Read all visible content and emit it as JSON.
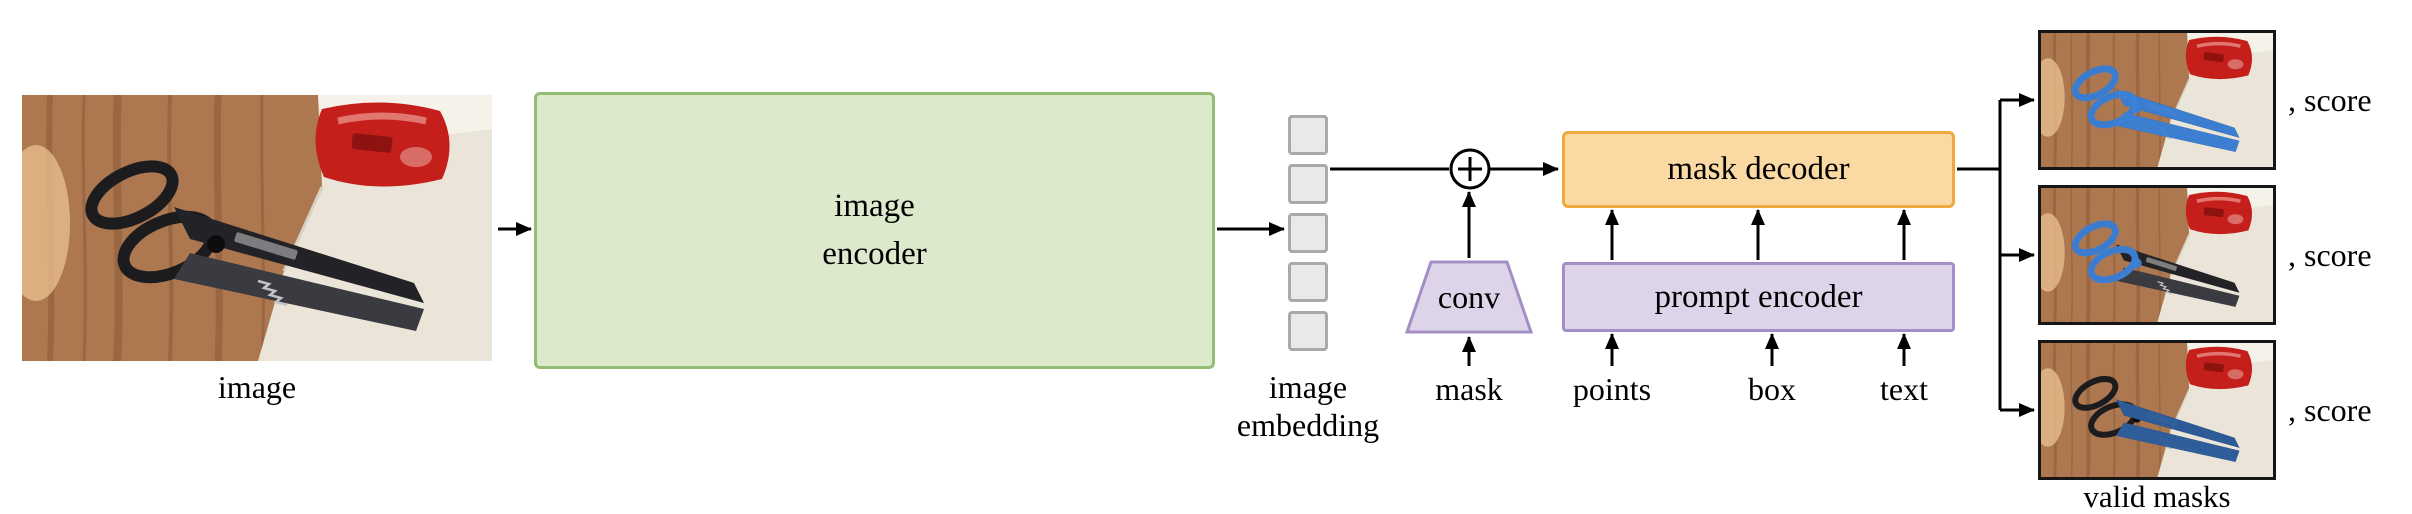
{
  "diagram": {
    "input": {
      "label": "image"
    },
    "image_encoder": {
      "label_line1": "image",
      "label_line2": "encoder"
    },
    "image_embedding": {
      "label_line1": "image",
      "label_line2": "embedding",
      "token_count": 5
    },
    "conv": {
      "label": "conv"
    },
    "mask_input": {
      "label": "mask"
    },
    "mask_decoder": {
      "label": "mask decoder"
    },
    "prompt_encoder": {
      "label": "prompt encoder"
    },
    "prompt_inputs": [
      {
        "label": "points"
      },
      {
        "label": "box"
      },
      {
        "label": "text"
      }
    ],
    "outputs": [
      {
        "score_label": ", score"
      },
      {
        "score_label": ", score"
      },
      {
        "score_label": ", score"
      }
    ],
    "outputs_caption": "valid masks",
    "icons": {
      "sum": "circled-plus"
    },
    "colors": {
      "encoder_fill": "#dce9cd",
      "encoder_border": "#93bc75",
      "decoder_fill": "#fbd9a2",
      "decoder_border": "#efa93f",
      "prompt_fill": "#ded4e9",
      "prompt_border": "#a48fc5",
      "token_fill": "#e9e9e9",
      "token_border": "#a9a9a9",
      "arrow": "#000000",
      "mask_blue": "#3d82d8"
    }
  }
}
